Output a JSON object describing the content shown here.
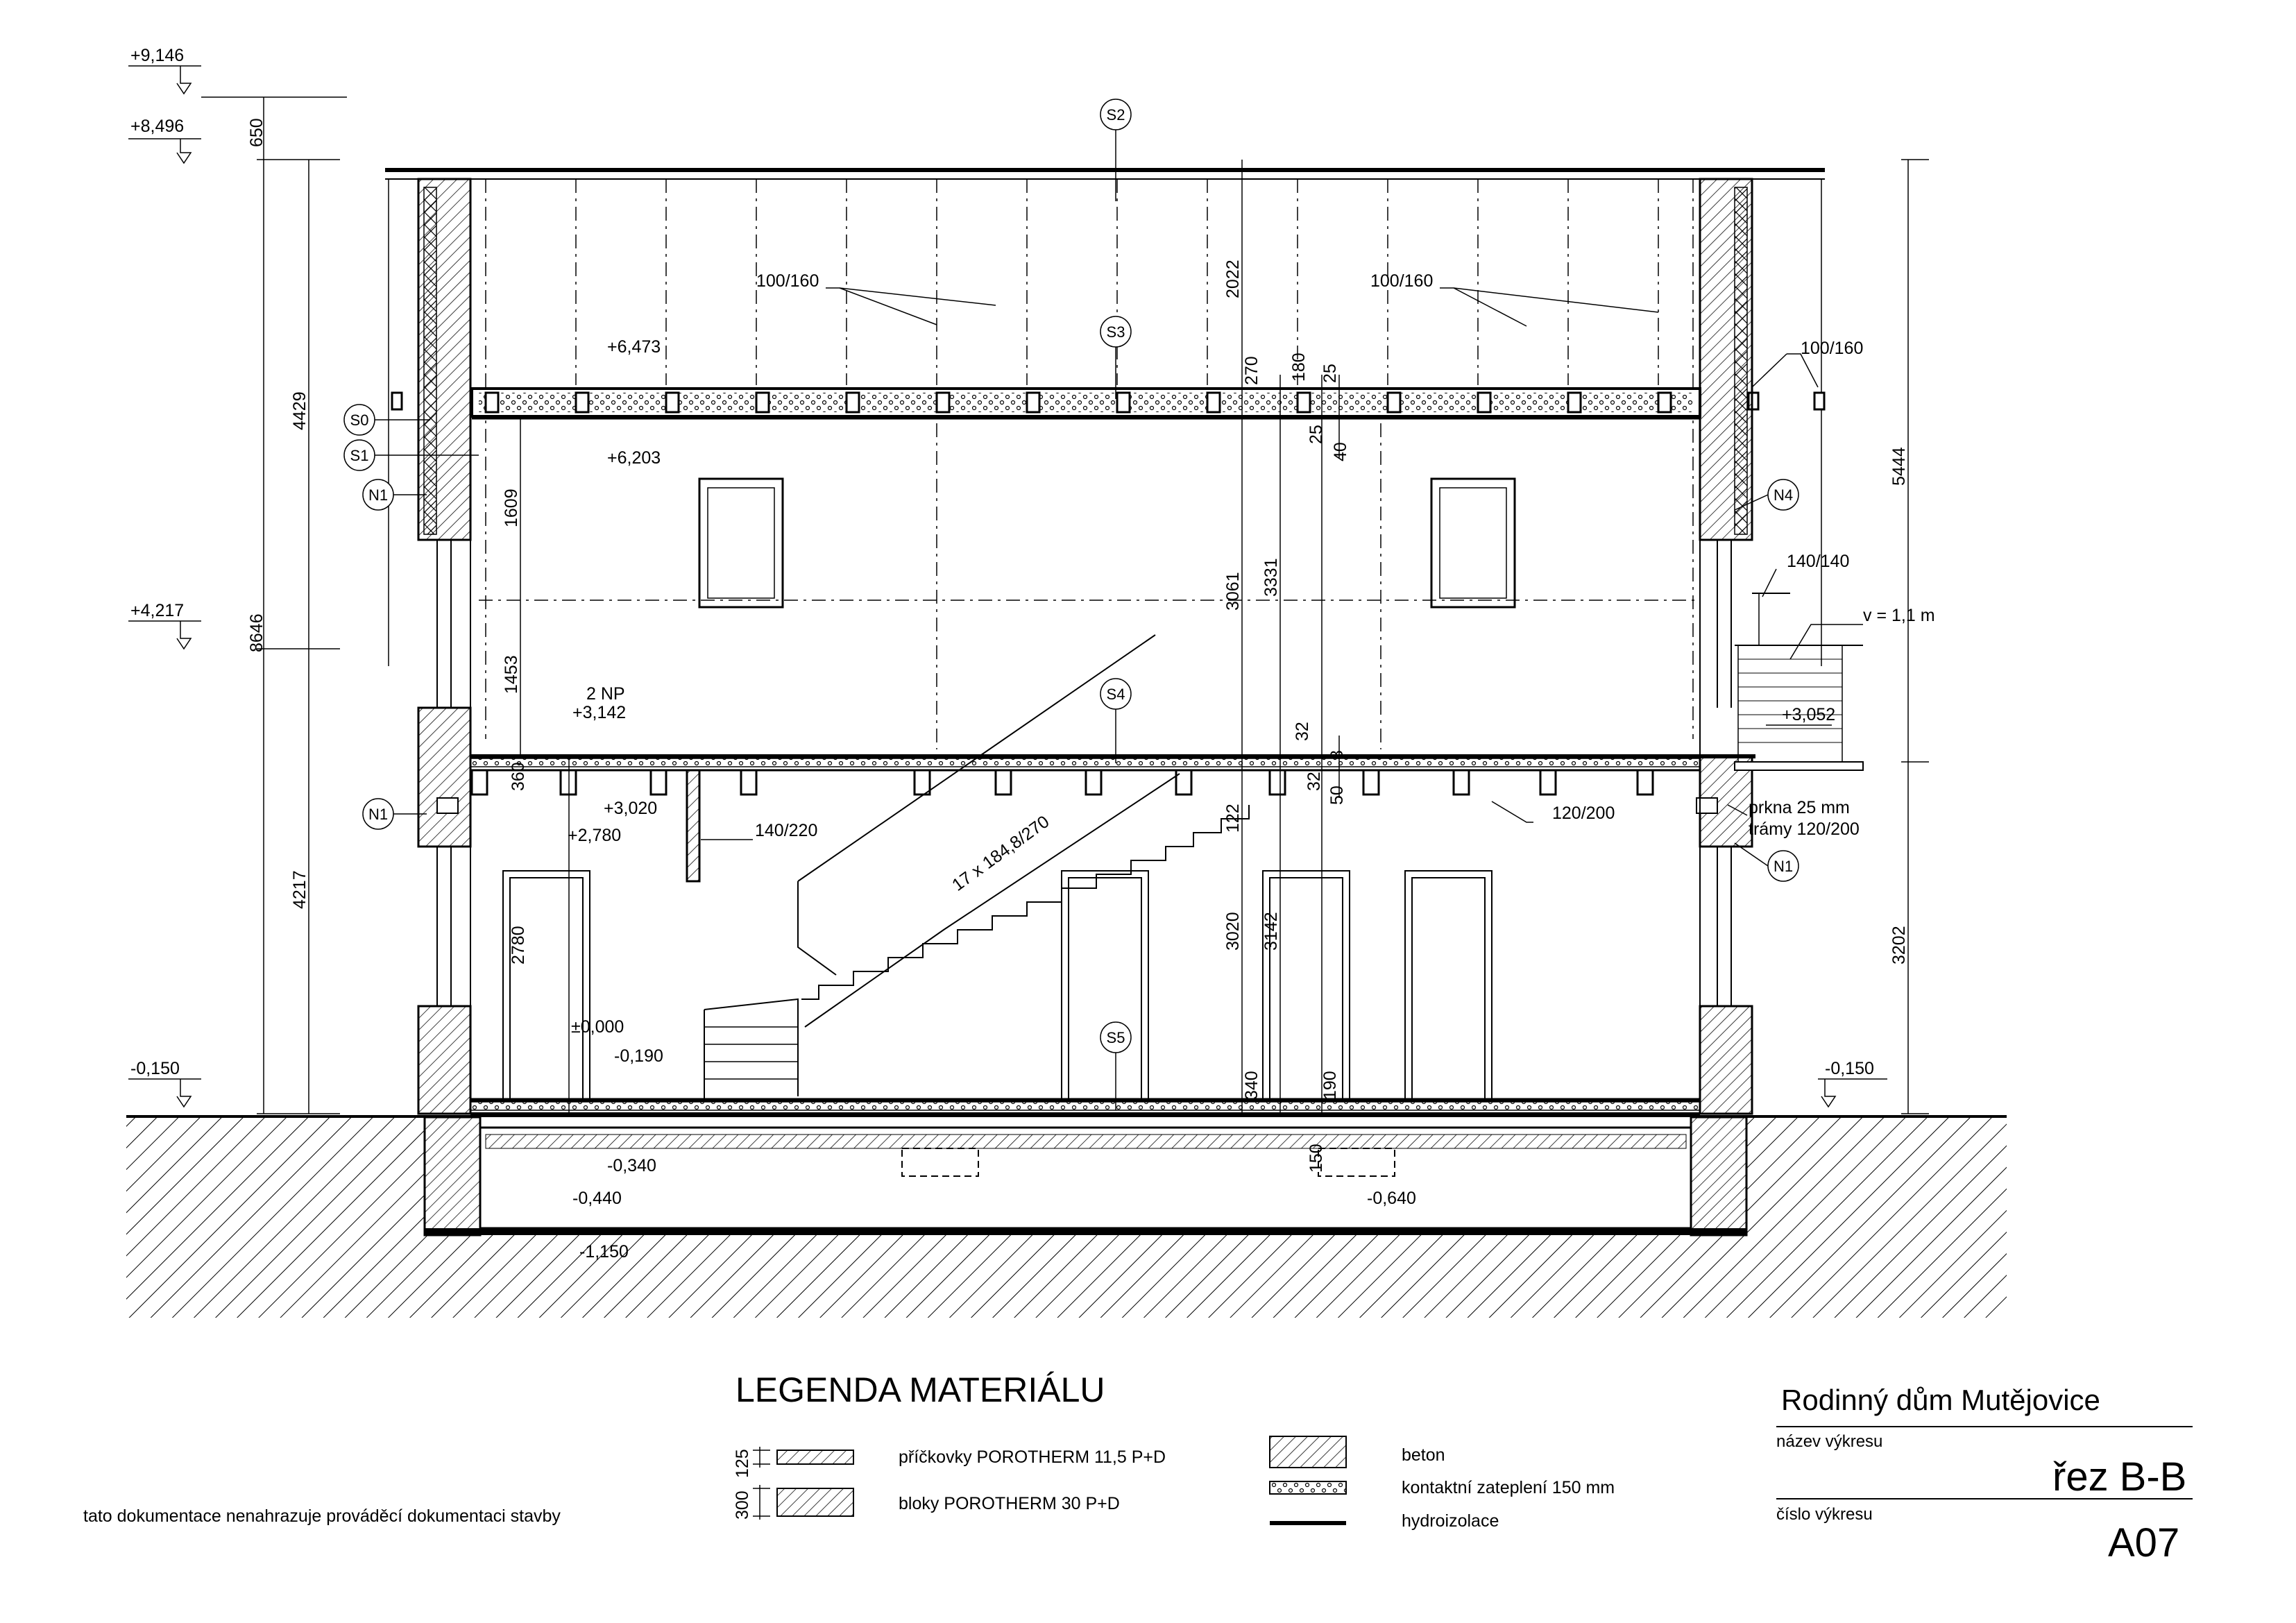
{
  "levels_left": [
    "+9,146",
    "+8,496",
    "+4,217",
    "-0,150"
  ],
  "levels_right": [
    "-0,150",
    "+3,052"
  ],
  "levels_inner": {
    "roof_floor_top": "+6,473",
    "roof_floor_bottom": "+6,203",
    "np2_name": "2 NP",
    "np2": "+3,142",
    "np2_beam_top": "+3,020",
    "np2_beam_bottom": "+2,780",
    "zero": "±0,000",
    "floor_bottom": "-0,190",
    "slab_bottom": "-0,340",
    "fill_bottom": "-0,440",
    "footing_bottom": "-1,150",
    "inner_footing": "-0,640"
  },
  "dims_left": [
    "650",
    "4429",
    "8646",
    "4217"
  ],
  "dims_right": [
    "5444",
    "3202"
  ],
  "dims_inner": {
    "attic": "2022",
    "upper_wall": "1609",
    "upper_lower": "1453",
    "np2_beam": "360",
    "ground_clear": "2780",
    "mid_3061": "3061",
    "mid_3331": "3331",
    "mid_122": "122",
    "mid_3020": "3020",
    "mid_3142": "3142",
    "mid_340": "340",
    "mid_190": "190",
    "mid_150": "150",
    "roof_270": "270",
    "roof_180": "180",
    "roof_25a": "25",
    "roof_25b": "25",
    "roof_40": "40",
    "floor_32a": "32",
    "floor_32b": "32",
    "floor_8": "8",
    "floor_50": "50"
  },
  "members": {
    "rafter_left": "100/160",
    "rafter_right": "100/160",
    "rafter_ext": "100/160",
    "post": "140/140",
    "beam_220": "140/220",
    "beam_200": "120/200",
    "stairs": "17 x 184,8/270",
    "railing": "v = 1,1 m",
    "planks": "prkna 25 mm",
    "joists": "trámy 120/200"
  },
  "markers": {
    "s2": "S2",
    "s3": "S3",
    "s4": "S4",
    "s5": "S5",
    "s0": "S0",
    "s1": "S1",
    "n1_top": "N1",
    "n1_mid": "N1",
    "n1_right": "N1",
    "n4": "N4"
  },
  "disclaimer": "tato dokumentace nenahrazuje prováděcí dokumentaci stavby",
  "legend": {
    "title": "LEGENDA MATERIÁLU",
    "partition": "příčkovky POROTHERM 11,5 P+D",
    "partition_dim": "125",
    "blocks": "bloky POROTHERM 30 P+D",
    "blocks_dim": "300",
    "concrete": "beton",
    "insulation": "kontaktní zateplení 150 mm",
    "waterproof": "hydroizolace"
  },
  "title_block": {
    "project": "Rodinný dům Mutějovice",
    "name_label": "název výkresu",
    "name": "řez B-B",
    "number_label": "číslo výkresu",
    "number": "A07"
  }
}
